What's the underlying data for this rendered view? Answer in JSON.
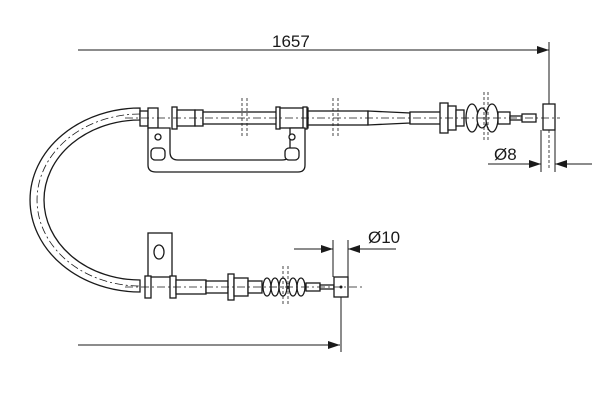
{
  "dimensions": {
    "length": "1657",
    "upper_end_diameter": "Ø8",
    "lower_end_diameter": "Ø10"
  },
  "colors": {
    "line": "#1a1a1a",
    "background": "#ffffff"
  }
}
